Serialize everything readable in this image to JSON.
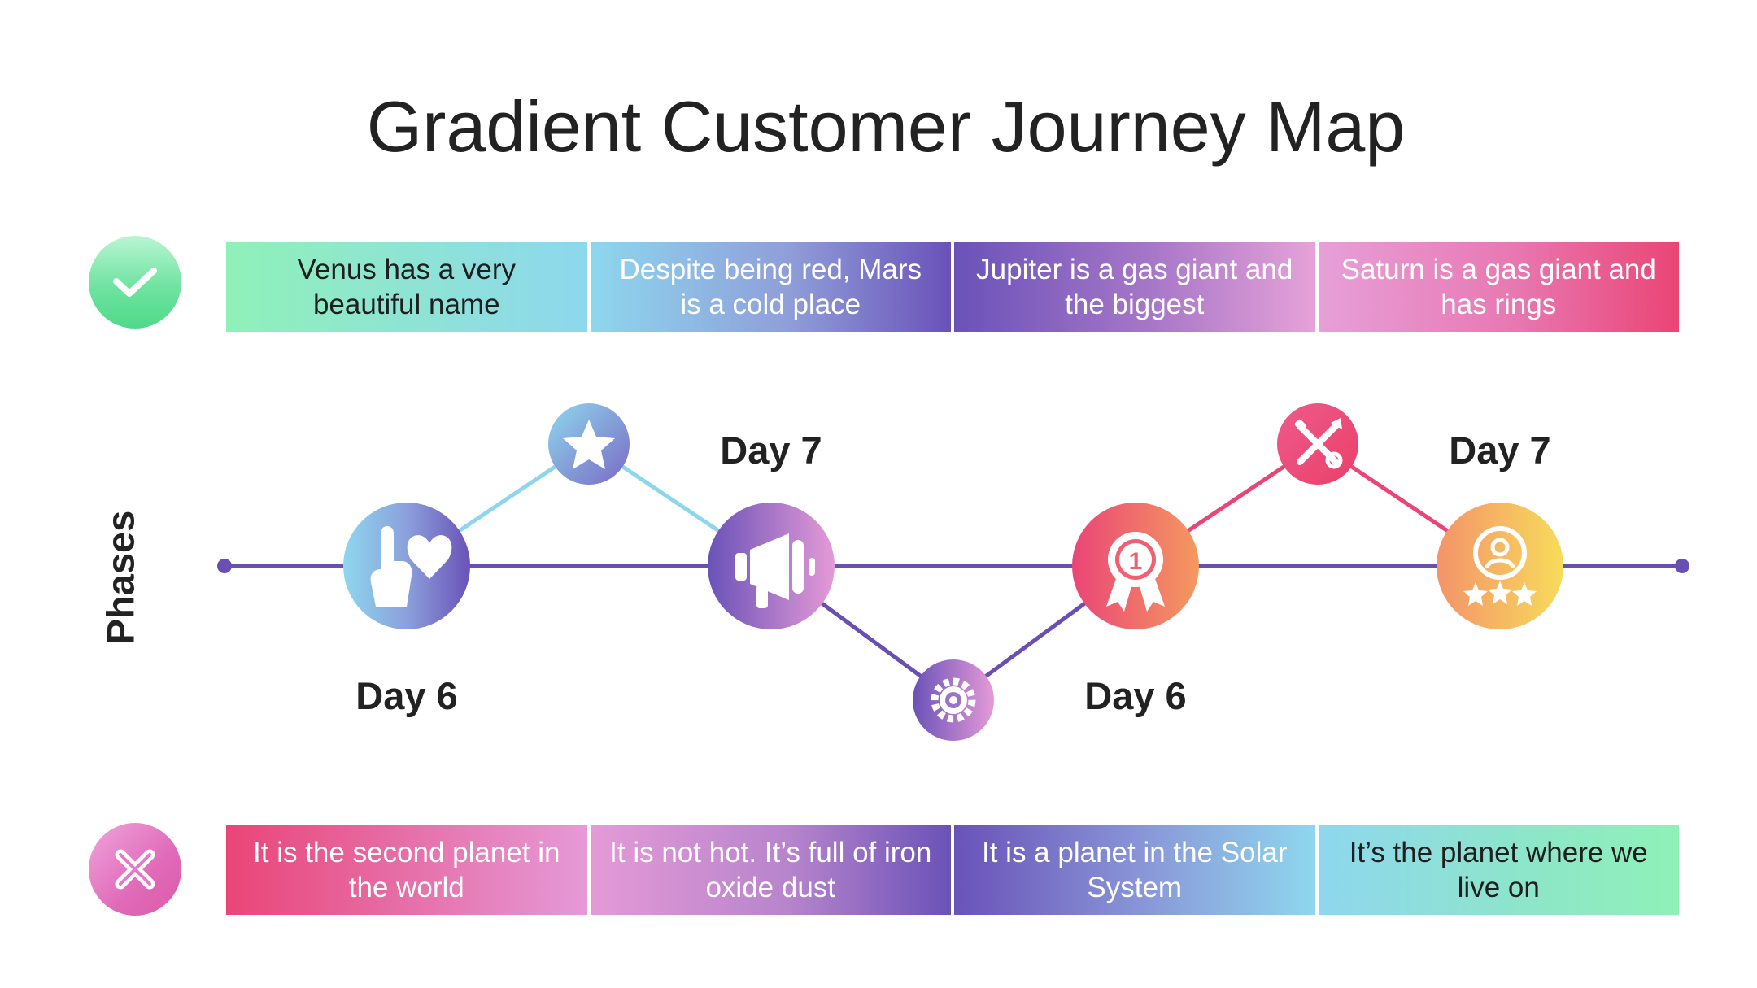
{
  "title": "Gradient Customer Journey Map",
  "pros": [
    {
      "text": "Venus has a very beautiful name",
      "text_color": "#1f1f1f"
    },
    {
      "text": "Despite being red, Mars is a cold place",
      "text_color": "#ffffff"
    },
    {
      "text": "Jupiter is a gas giant and the biggest",
      "text_color": "#ffffff"
    },
    {
      "text": "Saturn is a gas giant and has rings",
      "text_color": "#ffffff"
    }
  ],
  "cons": [
    {
      "text": "It is the second planet in the world",
      "text_color": "#ffffff"
    },
    {
      "text": "It is not hot. It’s full of iron oxide dust",
      "text_color": "#ffffff"
    },
    {
      "text": "It is a planet in the Solar System",
      "text_color": "#ffffff"
    },
    {
      "text": "It’s the planet where we live on",
      "text_color": "#1f1f1f"
    }
  ],
  "phases_label": "Phases",
  "day_labels": [
    "Day 6",
    "Day 7",
    "Day 6",
    "Day 7"
  ],
  "nodes": [
    {
      "icon": "hand-heart-icon"
    },
    {
      "icon": "star-icon"
    },
    {
      "icon": "megaphone-icon"
    },
    {
      "icon": "gear-icon"
    },
    {
      "icon": "award-medal-icon"
    },
    {
      "icon": "tools-icon"
    },
    {
      "icon": "user-rating-icon"
    }
  ],
  "colors": {
    "green": "#7ee8ad",
    "cyan": "#8ed5ee",
    "purple": "#6d55b8",
    "pink": "#e297d6",
    "red": "#ea4577",
    "orange": "#f49b63",
    "yellow": "#f6d55c",
    "line": "#6a4fb3"
  }
}
